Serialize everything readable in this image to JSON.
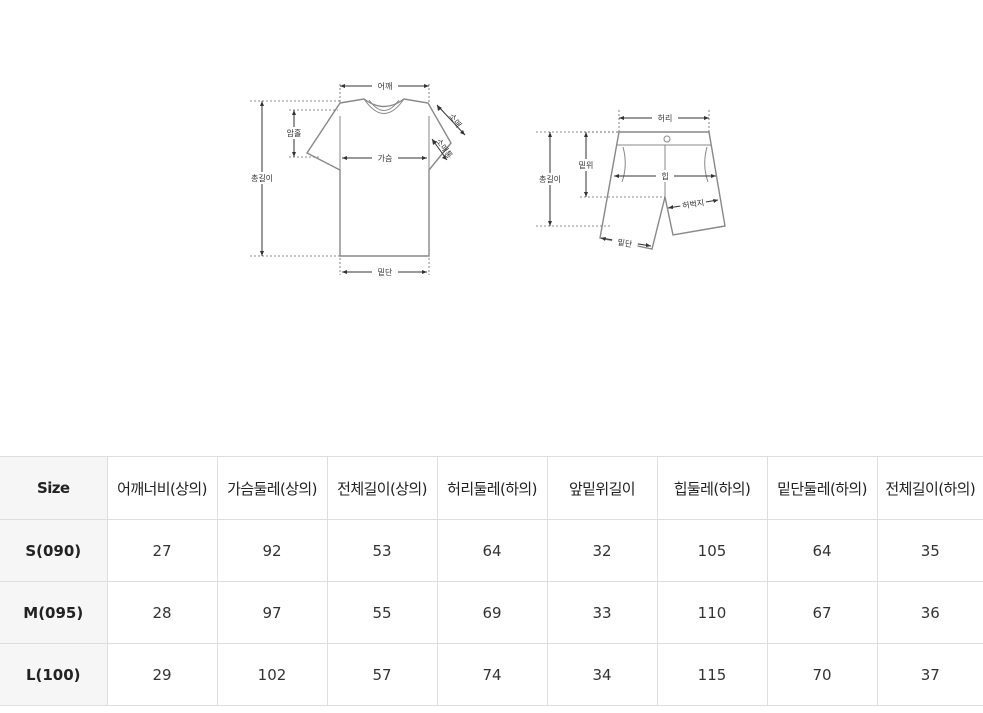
{
  "diagram": {
    "top_labels": {
      "shoulder": "어깨",
      "chest_width": "암홀",
      "chest": "가슴",
      "total_length": "총길이",
      "hem": "밑단",
      "sleeve": "소매",
      "sleeve_opening": "소매통"
    },
    "bottom_labels": {
      "waist": "허리",
      "rise": "밑위",
      "hip": "힙",
      "total_length": "총길이",
      "thigh": "허벅지",
      "hem": "밑단"
    }
  },
  "table": {
    "corner": "Size",
    "headers": [
      "어깨너비(상의)",
      "가슴둘레(상의)",
      "전체길이(상의)",
      "허리둘레(하의)",
      "앞밑위길이",
      "힙둘레(하의)",
      "밑단둘레(하의)",
      "전체길이(하의)"
    ],
    "rows": [
      {
        "size": "S(090)",
        "values": [
          "27",
          "92",
          "53",
          "64",
          "32",
          "105",
          "64",
          "35"
        ]
      },
      {
        "size": "M(095)",
        "values": [
          "28",
          "97",
          "55",
          "69",
          "33",
          "110",
          "67",
          "36"
        ]
      },
      {
        "size": "L(100)",
        "values": [
          "29",
          "102",
          "57",
          "74",
          "34",
          "115",
          "70",
          "37"
        ]
      }
    ]
  }
}
